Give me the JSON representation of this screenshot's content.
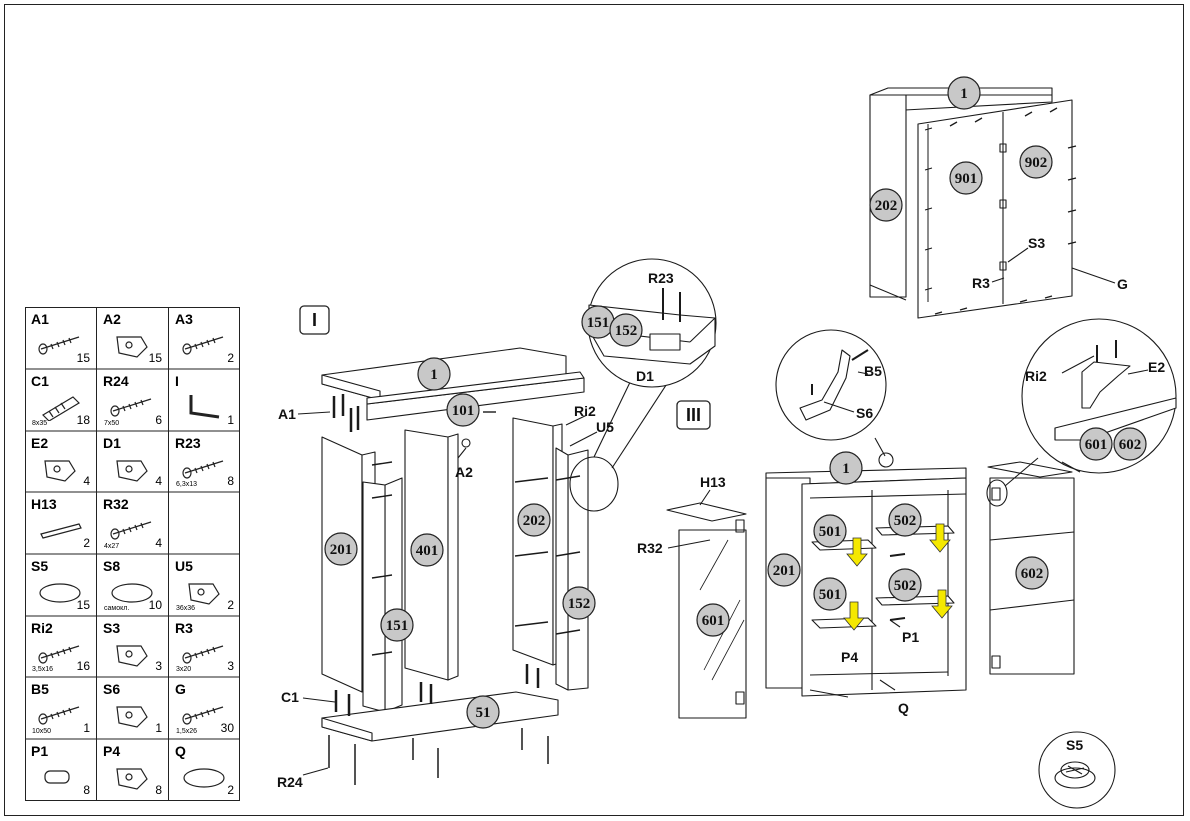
{
  "parts": [
    {
      "code": "A1",
      "qty": "15",
      "size": "",
      "icon": "dowel-pin-icon"
    },
    {
      "code": "A2",
      "qty": "15",
      "size": "",
      "icon": "cam-lock-icon"
    },
    {
      "code": "A3",
      "qty": "2",
      "size": "",
      "icon": "bolt-icon"
    },
    {
      "code": "C1",
      "qty": "18",
      "size": "8x35",
      "icon": "wooden-dowel-icon"
    },
    {
      "code": "R24",
      "qty": "6",
      "size": "7x50",
      "icon": "confirmat-screw-icon"
    },
    {
      "code": "I",
      "qty": "1",
      "size": "",
      "icon": "hex-key-icon"
    },
    {
      "code": "E2",
      "qty": "4",
      "size": "",
      "icon": "hinge-plate-icon"
    },
    {
      "code": "D1",
      "qty": "4",
      "size": "",
      "icon": "hinge-icon"
    },
    {
      "code": "R23",
      "qty": "8",
      "size": "6,3x13",
      "icon": "short-screw-icon"
    },
    {
      "code": "H13",
      "qty": "2",
      "size": "",
      "icon": "handle-icon"
    },
    {
      "code": "R32",
      "qty": "4",
      "size": "4x27",
      "icon": "flat-screw-icon"
    },
    {
      "code": "",
      "qty": "",
      "size": "",
      "icon": ""
    },
    {
      "code": "S5",
      "qty": "15",
      "size": "",
      "icon": "shelf-support-icon"
    },
    {
      "code": "S8",
      "qty": "10",
      "size": "самокл.",
      "icon": "felt-pad-icon"
    },
    {
      "code": "U5",
      "qty": "2",
      "size": "36x36",
      "icon": "mounting-plate-icon"
    },
    {
      "code": "Ri2",
      "qty": "16",
      "size": "3,5x16",
      "icon": "screw-icon"
    },
    {
      "code": "S3",
      "qty": "3",
      "size": "",
      "icon": "connector-plate-icon"
    },
    {
      "code": "R3",
      "qty": "3",
      "size": "3x20",
      "icon": "screw-icon"
    },
    {
      "code": "B5",
      "qty": "1",
      "size": "10x50",
      "icon": "wall-anchor-icon"
    },
    {
      "code": "S6",
      "qty": "1",
      "size": "",
      "icon": "wall-bracket-icon"
    },
    {
      "code": "G",
      "qty": "30",
      "size": "1,5x26",
      "icon": "nail-icon"
    },
    {
      "code": "P1",
      "qty": "8",
      "size": "",
      "icon": "glass-pin-icon"
    },
    {
      "code": "P4",
      "qty": "8",
      "size": "",
      "icon": "glass-holder-icon"
    },
    {
      "code": "Q",
      "qty": "2",
      "size": "",
      "icon": "glass-shelf-icon"
    }
  ],
  "steps": {
    "one": "I",
    "three": "III"
  },
  "panels": {
    "p1": "1",
    "p101": "101",
    "p201": "201",
    "p401": "401",
    "p202": "202",
    "p152": "152",
    "p151": "151",
    "p51": "51",
    "p901": "901",
    "p902": "902",
    "p601": "601",
    "p602": "602",
    "p501": "501",
    "p502": "502"
  },
  "labels": {
    "A1": "A1",
    "A2": "A2",
    "Ri2": "Ri2",
    "U5": "U5",
    "C1": "C1",
    "R24": "R24",
    "R23": "R23",
    "D1": "D1",
    "B5": "B5",
    "S6": "S6",
    "H13": "H13",
    "R32": "R32",
    "E2": "E2",
    "S3": "S3",
    "R3": "R3",
    "G": "G",
    "P1": "P1",
    "P4": "P4",
    "Q": "Q",
    "S5": "S5"
  },
  "colors": {
    "badge": "#c8c8c8",
    "arrow": "#f5e800",
    "line": "#1a1a1a"
  }
}
